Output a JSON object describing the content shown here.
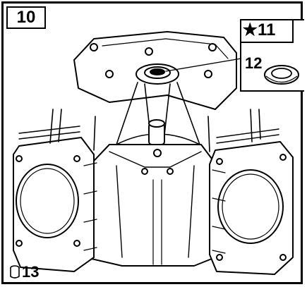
{
  "step_number": "10",
  "callouts": {
    "starred_part": "11",
    "star_symbol": "★",
    "part": "12",
    "fluid_part": "13"
  },
  "icons": [
    "star-icon",
    "oil-can-icon",
    "seal-ring-icon"
  ],
  "colors": {
    "ink": "#000000",
    "paper": "#ffffff"
  }
}
